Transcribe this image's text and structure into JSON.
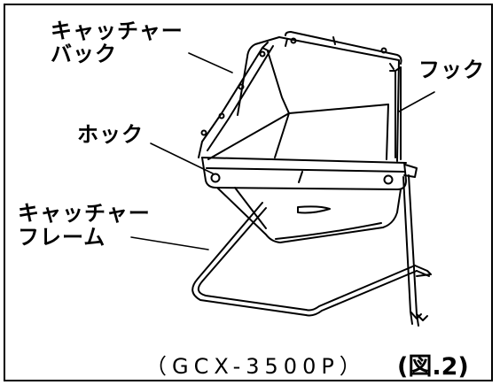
{
  "labels": {
    "catcher_back_line1": "キャッチャー",
    "catcher_back_line2": "バック",
    "hook_right": "フック",
    "hook_left": "ホック",
    "catcher_frame_line1": "キャッチャー",
    "catcher_frame_line2": "フレーム"
  },
  "model": "（GCX-3500P）",
  "figure": "(図.2)",
  "colors": {
    "line": "#000000",
    "background": "#ffffff"
  }
}
